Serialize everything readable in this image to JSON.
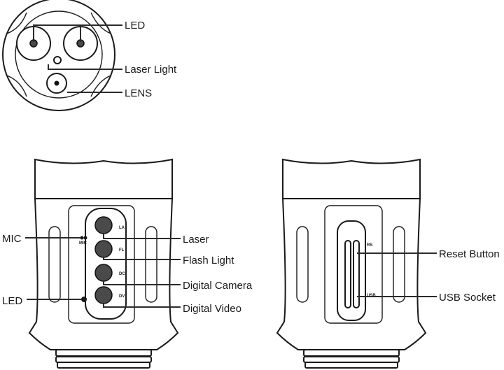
{
  "front_view": {
    "labels": {
      "led": "LED",
      "laser_light": "Laser Light",
      "lens": "LENS"
    }
  },
  "control_side": {
    "labels": {
      "mic": "MIC",
      "led": "LED",
      "laser": "Laser",
      "flash_light": "Flash Light",
      "digital_camera": "Digital Camera",
      "digital_video": "Digital Video"
    },
    "button_marks": [
      "LA",
      "FL",
      "DC",
      "DV"
    ],
    "mic_mark": "MIC"
  },
  "port_side": {
    "labels": {
      "reset_button": "Reset Button",
      "usb_socket": "USB Socket"
    },
    "marks": {
      "rs": "RS",
      "usb": "USB"
    }
  }
}
